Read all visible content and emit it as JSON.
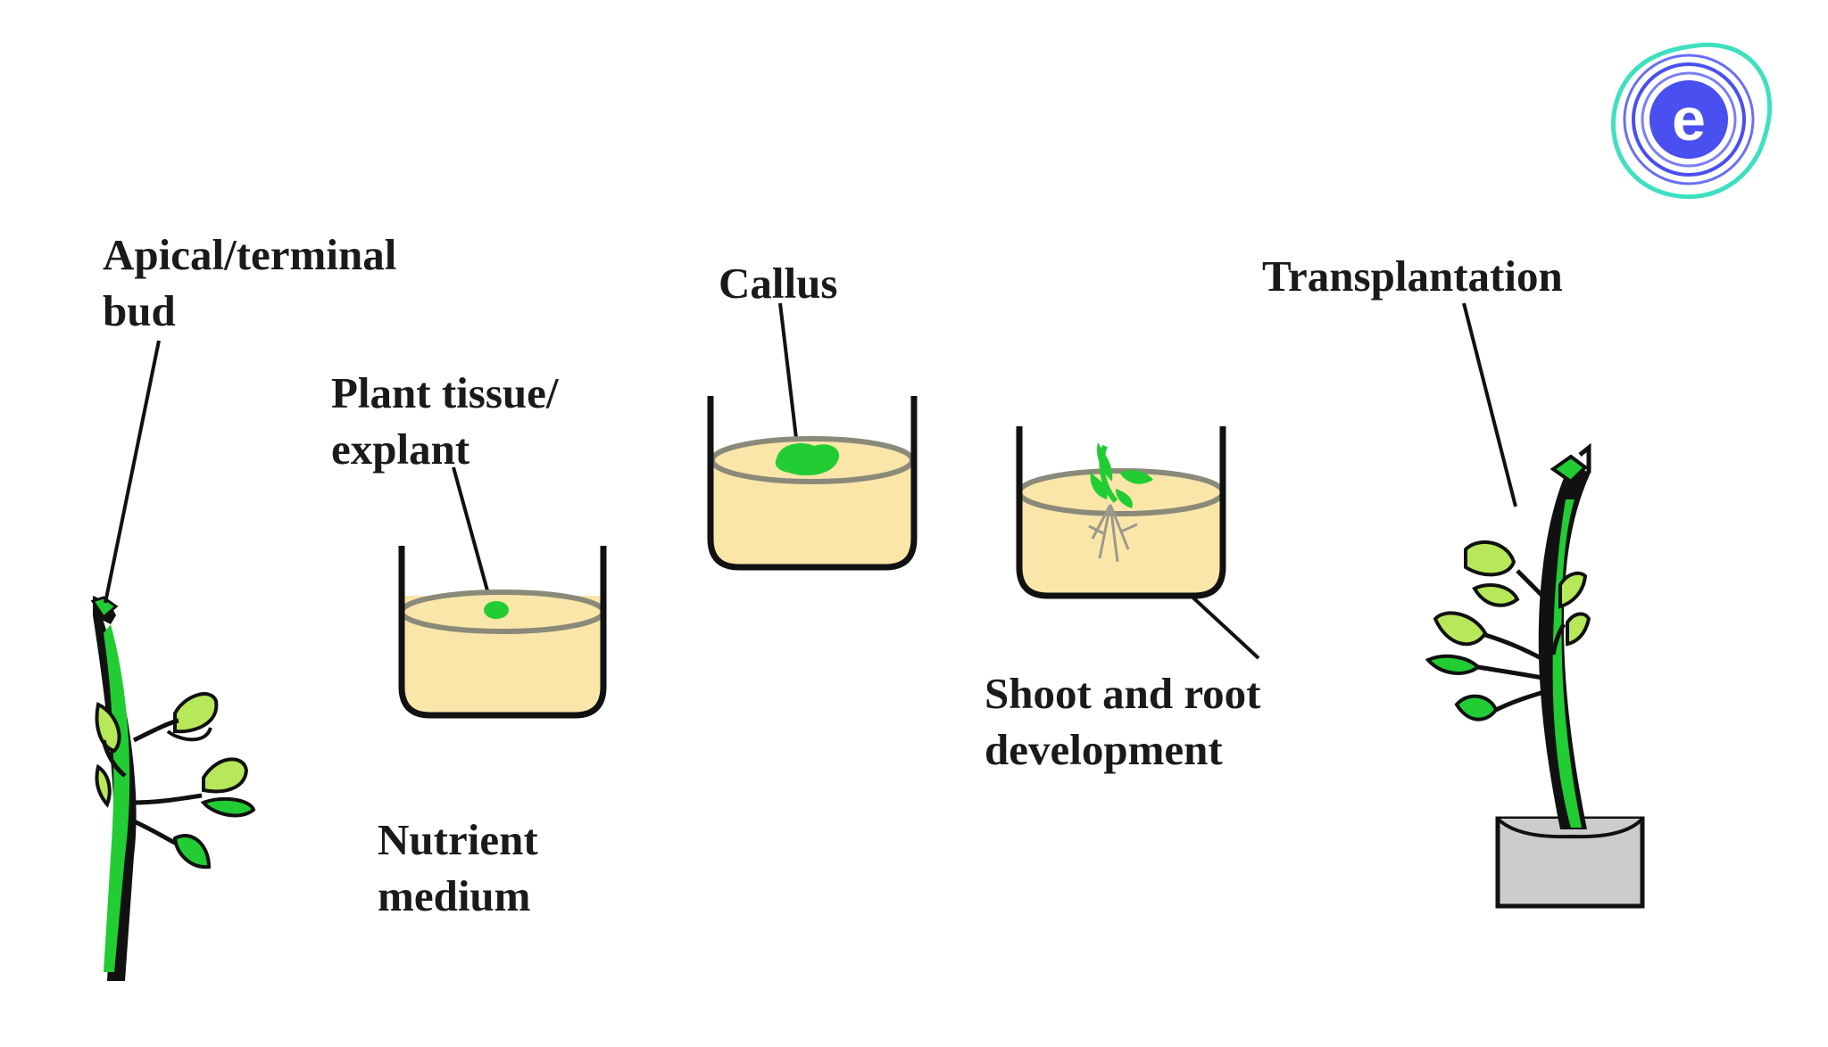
{
  "labels": {
    "apical_bud": [
      "Apical/terminal",
      "bud"
    ],
    "plant_tissue": [
      "Plant tissue/",
      "explant"
    ],
    "callus": [
      "Callus"
    ],
    "transplantation": [
      "Transplantation"
    ],
    "shoot_root": [
      "Shoot and root",
      "development"
    ],
    "nutrient_medium": [
      "Nutrient",
      "medium"
    ]
  },
  "logo": {
    "letter": "e"
  },
  "colors": {
    "stem_green": "#22cc33",
    "leaf_green": "#b6e85a",
    "medium_fill": "#fbe6aa",
    "medium_rim": "#8a8a7a",
    "container": "#111111",
    "pot_fill": "#cccccc",
    "logo_blue": "#4a4ff0",
    "logo_teal": "#3ee0c0"
  }
}
